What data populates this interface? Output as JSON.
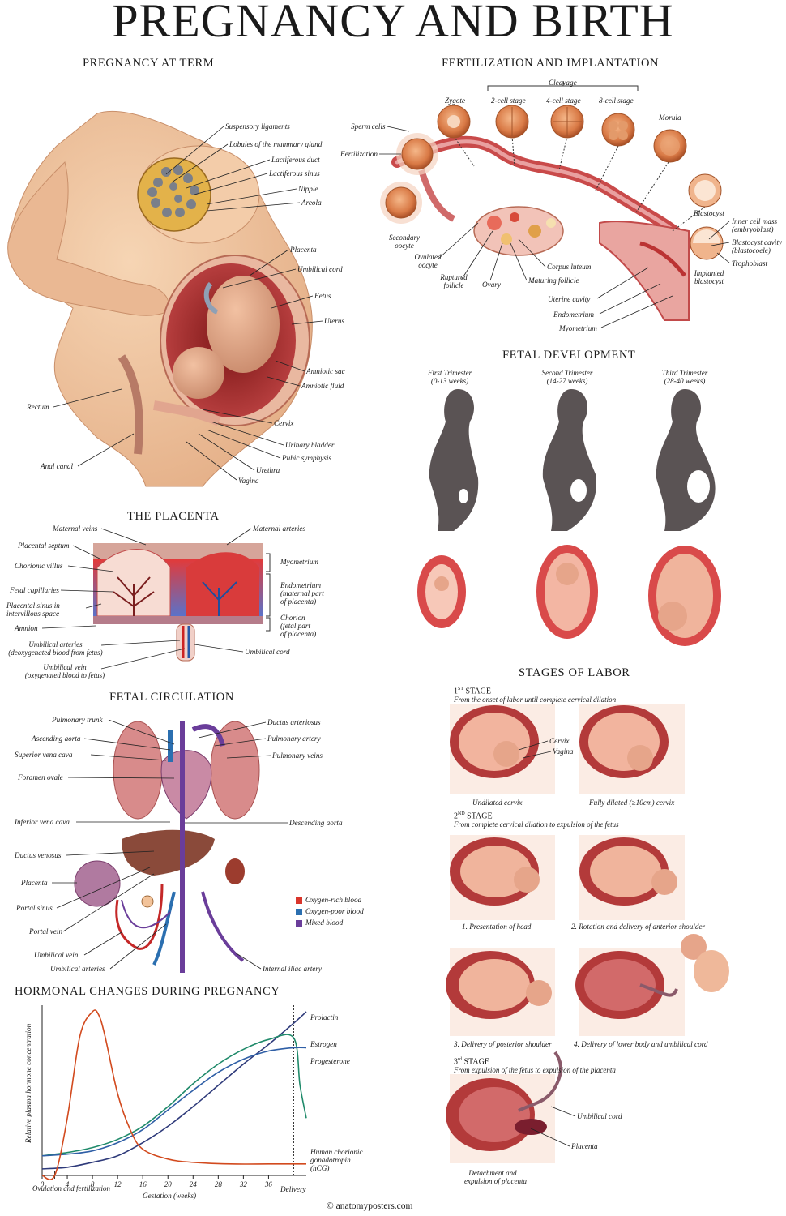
{
  "title": "PREGNANCY AND BIRTH",
  "sections": {
    "term": "PREGNANCY AT TERM",
    "fert": "FERTILIZATION AND IMPLANTATION",
    "placenta": "THE PLACENTA",
    "fetal_dev": "FETAL DEVELOPMENT",
    "circulation": "FETAL CIRCULATION",
    "labor": "STAGES OF LABOR",
    "hormonal": "HORMONAL CHANGES DURING PREGNANCY"
  },
  "term_labels": {
    "suspensory": "Suspensory ligaments",
    "lobules": "Lobules of the mammary gland",
    "lactiferous_duct": "Lactiferous duct",
    "lactiferous_sinus": "Lactiferous sinus",
    "nipple": "Nipple",
    "areola": "Areola",
    "placenta": "Placenta",
    "umbilical_cord": "Umbilical cord",
    "fetus": "Fetus",
    "uterus": "Uterus",
    "amniotic_sac": "Amniotic sac",
    "amniotic_fluid": "Amniotic fluid",
    "rectum": "Rectum",
    "cervix": "Cervix",
    "urinary_bladder": "Urinary bladder",
    "pubic_symphysis": "Pubic symphysis",
    "anal_canal": "Anal canal",
    "urethra": "Urethra",
    "vagina": "Vagina"
  },
  "fert_labels": {
    "cleavage": "Cleavage",
    "zygote": "Zygote",
    "cell2": "2-cell stage",
    "cell4": "4-cell stage",
    "cell8": "8-cell stage",
    "morula": "Morula",
    "sperm_cells": "Sperm cells",
    "fertilization": "Fertilization",
    "secondary_oocyte_1": "Secondary",
    "secondary_oocyte_2": "oocyte",
    "blastocyst": "Blastocyst",
    "inner_cell_mass_1": "Inner cell mass",
    "inner_cell_mass_2": "(embryoblast)",
    "blastocyst_cavity_1": "Blastocyst cavity",
    "blastocyst_cavity_2": "(blastocoele)",
    "trophoblast": "Trophoblast",
    "implanted_1": "Implanted",
    "implanted_2": "blastocyst",
    "ovulated_1": "Ovulated",
    "ovulated_2": "oocyte",
    "ruptured_1": "Ruptured",
    "ruptured_2": "follicle",
    "ovary": "Ovary",
    "corpus_luteum": "Corpus luteum",
    "maturing_follicle": "Maturing follicle",
    "uterine_cavity": "Uterine cavity",
    "endometrium": "Endometrium",
    "myometrium": "Myometrium"
  },
  "placenta_labels": {
    "maternal_veins": "Maternal veins",
    "maternal_arteries": "Maternal arteries",
    "placental_septum": "Placental septum",
    "chorionic_villus": "Chorionic villus",
    "fetal_capillaries": "Fetal capillaries",
    "placental_sinus_1": "Placental sinus in",
    "placental_sinus_2": "intervillous space",
    "amnion": "Amnion",
    "umb_arteries_1": "Umbilical arteries",
    "umb_arteries_2": "(deoxygenated blood from fetus)",
    "umb_vein_1": "Umbilical vein",
    "umb_vein_2": "(oxygenated blood to fetus)",
    "myometrium": "Myometrium",
    "endometrium_1": "Endometrium",
    "endometrium_2": "(maternal part",
    "endometrium_3": "of placenta)",
    "chorion_1": "Chorion",
    "chorion_2": "(fetal part",
    "chorion_3": "of placenta)",
    "umbilical_cord": "Umbilical cord"
  },
  "fetal_dev": {
    "t1_1": "First Trimester",
    "t1_2": "(0-13 weeks)",
    "t2_1": "Second Trimester",
    "t2_2": "(14-27 weeks)",
    "t3_1": "Third Trimester",
    "t3_2": "(28-40 weeks)"
  },
  "circ_labels": {
    "pulmonary_trunk": "Pulmonary trunk",
    "ascending_aorta": "Ascending aorta",
    "superior_vena_cava": "Superior vena cava",
    "foramen_ovale": "Foramen ovale",
    "inferior_vena_cava": "Inferior vena cava",
    "ductus_venosus": "Ductus venosus",
    "placenta": "Placenta",
    "portal_sinus": "Portal sinus",
    "portal_vein": "Portal vein",
    "umbilical_vein": "Umbilical vein",
    "umbilical_arteries": "Umbilical arteries",
    "ductus_arteriosus": "Ductus arteriosus",
    "pulmonary_artery": "Pulmonary artery",
    "pulmonary_veins": "Pulmonary veins",
    "descending_aorta": "Descending aorta",
    "internal_iliac": "Internal iliac artery"
  },
  "legend": [
    {
      "label": "Oxygen-rich blood",
      "color": "#d9352b"
    },
    {
      "label": "Oxygen-poor blood",
      "color": "#2b6fb0"
    },
    {
      "label": "Mixed blood",
      "color": "#6a3d9a"
    }
  ],
  "labor": {
    "s1_head_a": "1",
    "s1_head_sup": "ST",
    "s1_head_b": " STAGE",
    "s1_desc": "From the onset of labor until complete cervical dilation",
    "cervix": "Cervix",
    "vagina": "Vagina",
    "undilated": "Undilated cervix",
    "dilated": "Fully dilated (≥10cm) cervix",
    "s2_head_a": "2",
    "s2_head_sup": "ND",
    "s2_head_b": " STAGE",
    "s2_desc": "From complete cervical dilation to expulsion of the fetus",
    "p1": "1. Presentation of head",
    "p2": "2. Rotation and delivery of anterior shoulder",
    "p3": "3. Delivery of posterior shoulder",
    "p4": "4. Delivery of lower body and umbilical cord",
    "s3_head_a": "3",
    "s3_head_sup": "rd",
    "s3_head_b": " STAGE",
    "s3_desc": "From expulsion of the fetus to expulsion of the placenta",
    "umbilical_cord": "Umbilical cord",
    "placenta": "Placenta",
    "detach_1": "Detachment and",
    "detach_2": "expulsion of placenta"
  },
  "chart_data": {
    "type": "line",
    "title": "HORMONAL CHANGES DURING PREGNANCY",
    "xlabel": "Gestation (weeks)",
    "ylabel": "Relative plasma hormone concentration",
    "xlim": [
      0,
      42
    ],
    "ylim": [
      0,
      1
    ],
    "x_ticks": [
      "0",
      "4",
      "8",
      "12",
      "16",
      "20",
      "24",
      "28",
      "32",
      "36"
    ],
    "annotations": [
      "Ovulation and fertilization",
      "Delivery"
    ],
    "delivery_week": 40,
    "series": [
      {
        "name": "Prolactin",
        "color": "#2e3a7a",
        "x": [
          0,
          4,
          8,
          12,
          16,
          20,
          24,
          28,
          32,
          36,
          40,
          42
        ],
        "y": [
          0.04,
          0.05,
          0.08,
          0.12,
          0.2,
          0.3,
          0.42,
          0.55,
          0.68,
          0.8,
          0.93,
          1.0
        ]
      },
      {
        "name": "Estrogen",
        "color": "#1f8a6a",
        "x": [
          0,
          4,
          8,
          12,
          16,
          20,
          24,
          28,
          32,
          36,
          40,
          41,
          42
        ],
        "y": [
          0.12,
          0.14,
          0.17,
          0.22,
          0.3,
          0.42,
          0.56,
          0.68,
          0.77,
          0.83,
          0.84,
          0.55,
          0.35
        ]
      },
      {
        "name": "Progesterone",
        "color": "#2f5fa6",
        "x": [
          0,
          4,
          8,
          12,
          16,
          20,
          24,
          28,
          32,
          36,
          40,
          42
        ],
        "y": [
          0.12,
          0.13,
          0.15,
          0.2,
          0.28,
          0.4,
          0.52,
          0.63,
          0.71,
          0.76,
          0.78,
          0.78
        ]
      },
      {
        "name": "Human chorionic gonadotropin (hCG)",
        "color": "#d24a1e",
        "x": [
          0,
          2,
          4,
          6,
          8,
          9,
          10,
          12,
          14,
          16,
          20,
          24,
          30,
          36,
          40,
          42
        ],
        "y": [
          0.0,
          0.0,
          0.35,
          0.85,
          1.0,
          0.98,
          0.85,
          0.5,
          0.28,
          0.16,
          0.1,
          0.08,
          0.07,
          0.07,
          0.07,
          0.07
        ]
      }
    ]
  },
  "footer": "© anatomyposters.com"
}
